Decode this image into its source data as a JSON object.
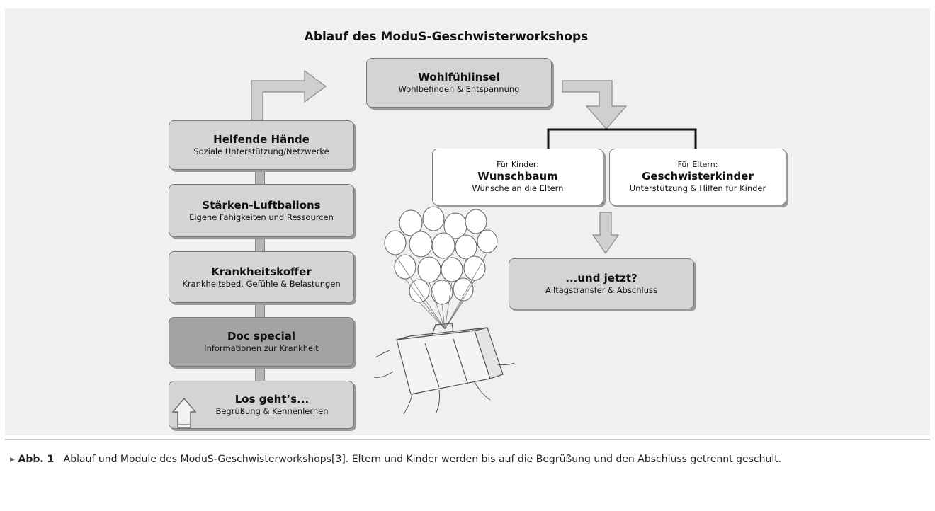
{
  "figure": {
    "title": "Ablauf des ModuS-Geschwisterworkshops",
    "modules": {
      "wohlfuehlinsel": {
        "title": "Wohlfühlinsel",
        "subtitle": "Wohlbefinden & Entspannung"
      },
      "helfende": {
        "title": "Helfende Hände",
        "subtitle": "Soziale Unterstützung/Netzwerke"
      },
      "staerken": {
        "title": "Stärken-Luftballons",
        "subtitle": "Eigene Fähigkeiten und Ressourcen"
      },
      "krankheit": {
        "title": "Krankheitskoffer",
        "subtitle": "Krankheitsbed. Gefühle & Belastungen"
      },
      "doc": {
        "title": "Doc special",
        "subtitle": "Informationen zur Krankheit"
      },
      "los": {
        "title": "Los geht’s...",
        "subtitle": "Begrüßung & Kennenlernen"
      },
      "wunsch": {
        "prefix": "Für Kinder:",
        "title": "Wunschbaum",
        "subtitle": "Wünsche an die Eltern"
      },
      "geschwister": {
        "prefix": "Für Eltern:",
        "title": "Geschwisterkinder",
        "subtitle": "Unterstützung & Hilfen für Kinder"
      },
      "jetzt": {
        "title": "...und jetzt?",
        "subtitle": "Alltagstransfer & Abschluss"
      }
    },
    "illustration": "balloons-suitcase-drawing"
  },
  "caption": {
    "marker": "▸",
    "label": "Abb. 1",
    "text": "Ablauf und Module des ModuS-Geschwisterworkshops[3]. Eltern und Kinder werden bis auf die Begrüßung und den Abschluss getrennt geschult."
  },
  "colors": {
    "box_light": "#d4d4d4",
    "box_dark": "#a3a3a3",
    "panel": "#f0f0f0"
  }
}
